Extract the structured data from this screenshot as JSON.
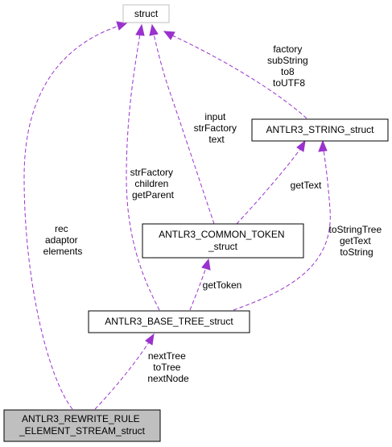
{
  "nodes": {
    "struct": {
      "label_lines": [
        "struct"
      ]
    },
    "string": {
      "label_lines": [
        "ANTLR3_STRING_struct"
      ]
    },
    "token": {
      "label_lines": [
        "ANTLR3_COMMON_TOKEN",
        "_struct"
      ]
    },
    "tree": {
      "label_lines": [
        "ANTLR3_BASE_TREE_struct"
      ]
    },
    "rewrite": {
      "label_lines": [
        "ANTLR3_REWRITE_RULE",
        "_ELEMENT_STREAM_struct"
      ]
    }
  },
  "edges": {
    "rewrite_to_struct": {
      "label_lines": [
        "rec",
        "adaptor",
        "elements"
      ]
    },
    "tree_to_struct": {
      "label_lines": [
        "strFactory",
        "children",
        "getParent"
      ]
    },
    "token_to_struct": {
      "label_lines": [
        "input",
        "strFactory",
        "text"
      ]
    },
    "string_to_struct": {
      "label_lines": [
        "factory",
        "subString",
        "to8",
        "toUTF8"
      ]
    },
    "token_to_string": {
      "label_lines": [
        "getText"
      ]
    },
    "tree_to_string": {
      "label_lines": [
        "toStringTree",
        "getText",
        "toString"
      ]
    },
    "tree_to_token": {
      "label_lines": [
        "getToken"
      ]
    },
    "rewrite_to_tree": {
      "label_lines": [
        "nextTree",
        "toTree",
        "nextNode"
      ]
    }
  }
}
